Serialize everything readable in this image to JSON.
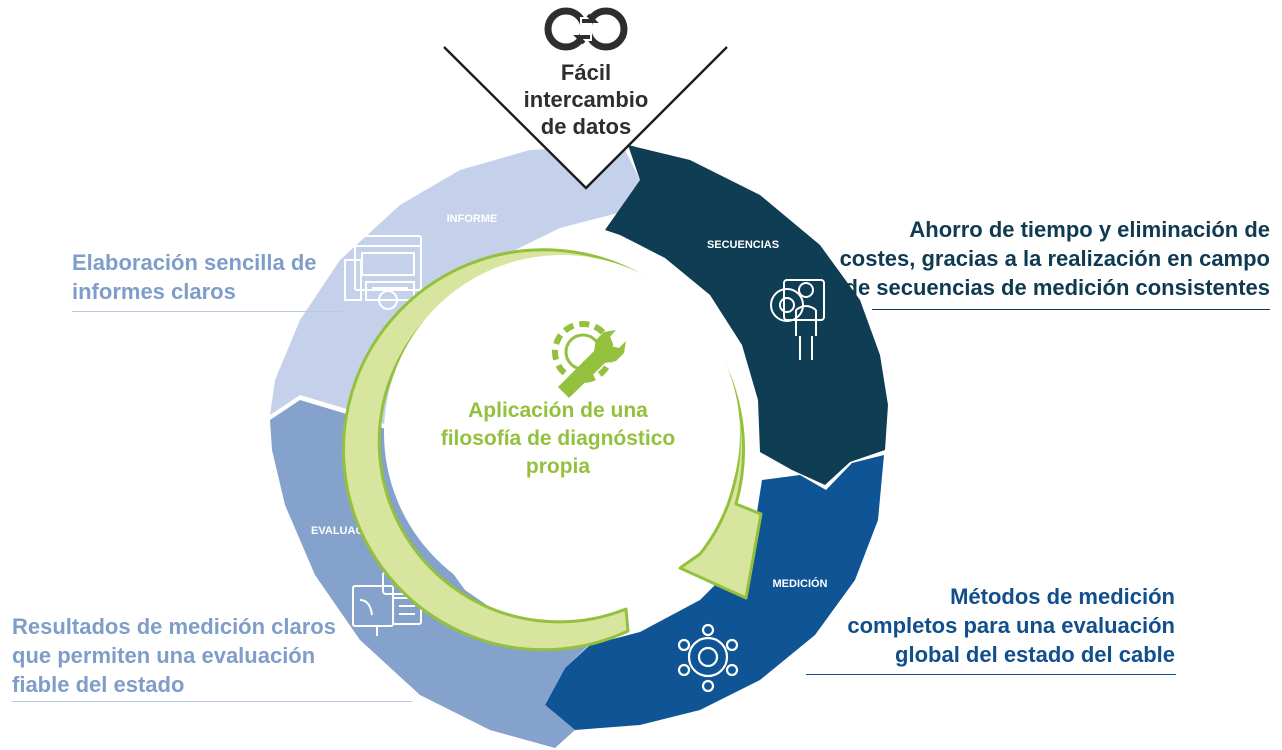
{
  "top": {
    "line1": "Fácil",
    "line2": "intercambio",
    "line3": "de datos",
    "icon": "link-refresh-icon"
  },
  "center": {
    "line1": "Aplicación de una",
    "line2": "filosofía de diagnóstico",
    "line3": "propia",
    "icon": "gear-wrench-icon"
  },
  "segments": {
    "informe": {
      "label": "INFORME",
      "icon": "report-screens-icon",
      "color": "#c5d1ea"
    },
    "secuencias": {
      "label": "SECUENCIAS",
      "icon": "person-gear-board-icon",
      "color": "#0f3d53"
    },
    "medicion": {
      "label": "MEDICIÓN",
      "icon": "gear-network-icon",
      "color": "#0f5494"
    },
    "evaluacion": {
      "label": "EVALUACIÓN",
      "icon": "chat-document-icon",
      "color": "#84a2cc"
    }
  },
  "notes": {
    "informe": {
      "line1": "Elaboración sencilla de",
      "line2": "informes claros"
    },
    "secuencias": {
      "line1": "Ahorro de tiempo y eliminación de",
      "line2": "costes, gracias a la realización en campo",
      "line3": "de secuencias de medición consistentes"
    },
    "medicion": {
      "line1": "Métodos de medición",
      "line2": "completos para una evaluación",
      "line3": "global del estado del cable"
    },
    "evaluacion": {
      "line1": "Resultados de medición claros",
      "line2": "que permiten una evaluación",
      "line3": "fiable del estado"
    }
  },
  "colors": {
    "green": "#93c13d",
    "green_light": "#d7e59f",
    "navy": "#0f3d53"
  }
}
